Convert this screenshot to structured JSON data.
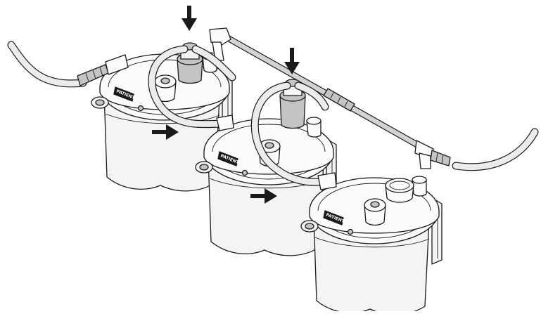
{
  "labels": {
    "canister_1": "PATIENT",
    "canister_2": "PATIENT",
    "canister_3": "PATIENT"
  },
  "colors": {
    "outline": "#1a1a1a",
    "canister_fill": "#f4f4f4",
    "lid_fill": "#fbfbfb",
    "tube_fill": "#ececec",
    "fitting_fill": "#c4c4c4",
    "arrow": "#1a1a1a",
    "background": "#ffffff"
  }
}
